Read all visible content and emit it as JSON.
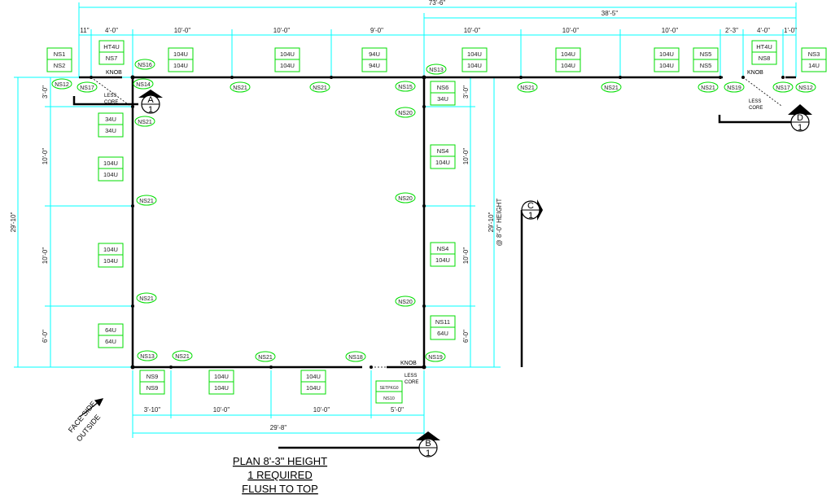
{
  "dims": {
    "overall_top": "73'-6\"",
    "right_run": "38'-5\"",
    "t1": "11\"",
    "t2": "4'-0\"",
    "t3": "10'-0\"",
    "t4": "10'-0\"",
    "t5": "9'-0\"",
    "t6": "10'-0\"",
    "t7": "10'-0\"",
    "t8": "10'-0\"",
    "t9": "2'-3\"",
    "t10": "4'-0\"",
    "t11": "1'-0\"",
    "left_overall": "29'-10\"",
    "l1": "3'-0\"",
    "l2": "10'-0\"",
    "l3": "10'-0\"",
    "l4": "6'-0\"",
    "r_overall": "29'-10\"",
    "r_overall2": "@ 8'-0\" HEIGHT",
    "r1": "3'-0\"",
    "r2": "10'-0\"",
    "r3": "10'-0\"",
    "r4": "6'-0\"",
    "b1": "3'-10\"",
    "b2": "10'-0\"",
    "b3": "10'-0\"",
    "b4": "5'-0\"",
    "bottom_overall": "29'-8\""
  },
  "panels": {
    "p1a": "NS1",
    "p1b": "NS2",
    "p2a": "HT4U",
    "p2b": "NS7",
    "p3a": "104U",
    "p3b": "104U",
    "p4a": "104U",
    "p4b": "104U",
    "p5a": "94U",
    "p5b": "94U",
    "p6a": "104U",
    "p6b": "104U",
    "p7a": "104U",
    "p7b": "104U",
    "p8a": "104U",
    "p8b": "104U",
    "p9a": "NS5",
    "p9b": "NS5",
    "p10a": "HT4U",
    "p10b": "NS8",
    "p11a": "NS3",
    "p11b": "14U",
    "l1a": "34U",
    "l1b": "34U",
    "l2a": "104U",
    "l2b": "104U",
    "l3a": "104U",
    "l3b": "104U",
    "l4a": "64U",
    "l4b": "64U",
    "r0a": "NS6",
    "r0b": "34U",
    "r1a": "NS4",
    "r1b": "104U",
    "r2a": "NS4",
    "r2b": "104U",
    "r3a": "NS11",
    "r3b": "64U",
    "b1a": "NS9",
    "b1b": "NS9",
    "b2a": "104U",
    "b2b": "104U",
    "b3a": "104U",
    "b3b": "104U",
    "b4a": "SETPKG0",
    "b4b": "NS10"
  },
  "tags": {
    "t_ns12a": "NS12",
    "t_ns17a": "NS17",
    "t_ns16": "NS16",
    "t_ns14": "NS14",
    "t_ns21a": "NS21",
    "t_ns21b": "NS21",
    "t_ns15": "NS15",
    "t_ns13a": "NS13",
    "t_ns21c": "NS21",
    "t_ns21d": "NS21",
    "t_ns21e": "NS21",
    "t_ns19a": "NS19",
    "t_ns17b": "NS17",
    "t_ns12b": "NS12",
    "t_ns21f": "NS21",
    "t_ns21g": "NS21",
    "t_ns21h": "NS21",
    "t_ns20a": "NS20",
    "t_ns20b": "NS20",
    "t_ns20c": "NS20",
    "t_ns13b": "NS13",
    "t_ns21i": "NS21",
    "t_ns21j": "NS21",
    "t_ns18": "NS18",
    "t_ns19b": "NS19"
  },
  "labels": {
    "knob1": "KNOB",
    "less1": "LESS",
    "core1": "CORE",
    "knob2": "KNOB",
    "less2": "LESS",
    "core2": "CORE",
    "knob3": "KNOB",
    "less3": "LESS",
    "core3": "CORE",
    "face1": "FACE SIDE",
    "face2": "OUTSIDE"
  },
  "markers": {
    "a_top": "A",
    "a_bot": "1",
    "b_top": "B",
    "b_bot": "1",
    "c_top": "C",
    "c_bot": "1",
    "d_top": "D",
    "d_bot": "1"
  },
  "title": {
    "line1": "PLAN 8'-3\" HEIGHT",
    "line2": "1 REQUIRED",
    "line3": "FLUSH TO TOP"
  },
  "colors": {
    "dim": "#00ffff",
    "panel": "#00dd00",
    "wall": "#000000"
  }
}
